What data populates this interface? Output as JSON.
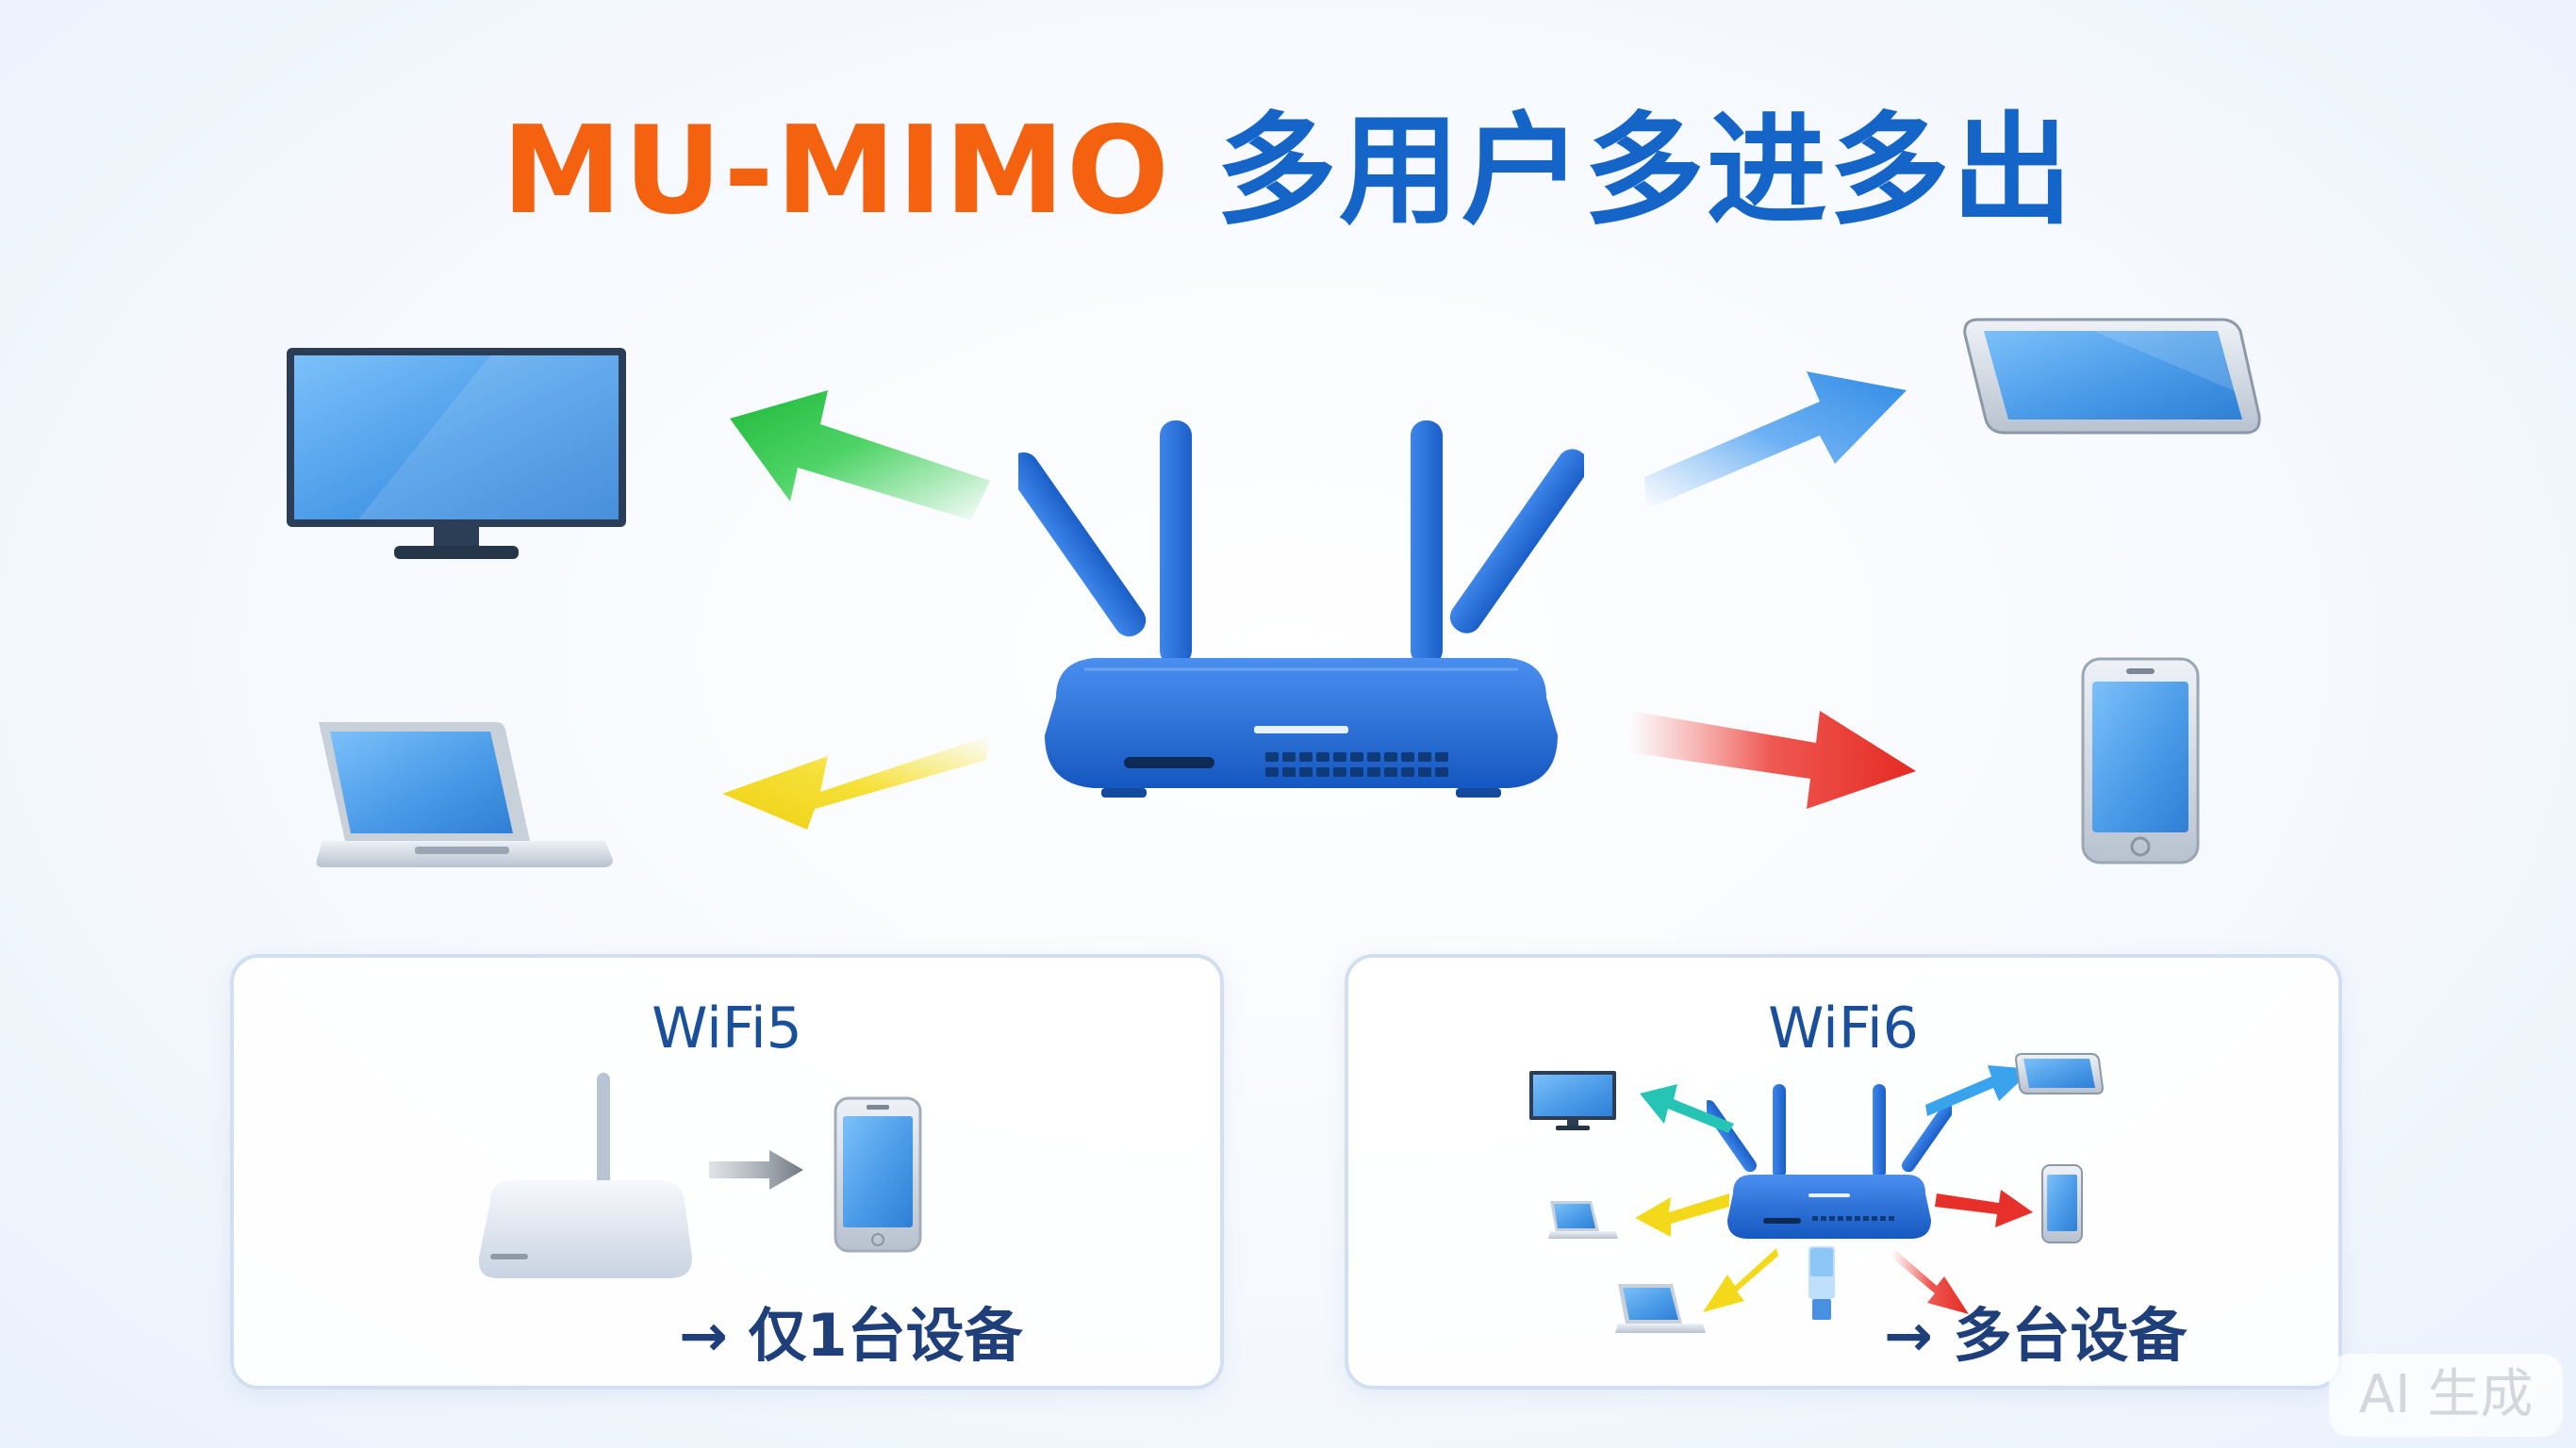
{
  "title": {
    "en": "MU-MIMO",
    "zh": "多用户多进多出"
  },
  "panels": {
    "wifi5": {
      "title": "WiFi5",
      "caption": "→ 仅1台设备"
    },
    "wifi6": {
      "title": "WiFi6",
      "caption": "→ 多台设备"
    }
  },
  "watermark": "AI 生成",
  "colors": {
    "title_en": "#f4620f",
    "title_zh": "#1565c8",
    "router": "#1f6fd8",
    "arrow_green": "#2ecc4a",
    "arrow_yellow": "#f3d91a",
    "arrow_blue": "#2f8ae6",
    "arrow_red": "#e8302a",
    "screen": "#5aa8f0"
  },
  "icons": [
    "router-icon",
    "monitor-icon",
    "laptop-icon",
    "tablet-icon",
    "smartphone-icon",
    "usb-adapter-icon",
    "arrow-icon"
  ]
}
